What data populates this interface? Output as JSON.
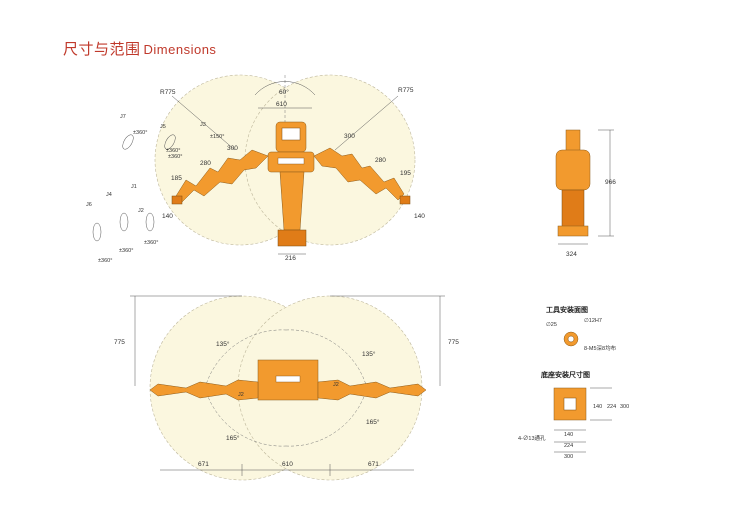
{
  "title": {
    "zh": "尺寸与范围",
    "en": "Dimensions"
  },
  "top_view": {
    "r_left": "R775",
    "r_right": "R775",
    "angle_top": "60°",
    "width_610": "610",
    "d300_l": "300",
    "d280_l": "280",
    "d185": "185",
    "d140_l": "140",
    "d150": "±150°",
    "d300_r": "300",
    "d280_r": "280",
    "d195": "195",
    "d140_r": "140",
    "base_216": "216",
    "j1": "J1",
    "j2": "J2",
    "j3": "J3",
    "j4": "J4",
    "j5": "J5",
    "j6": "J6",
    "j7": "J7",
    "rot1": "±360°",
    "rot2": "±360°",
    "rot3": "±360°",
    "rot4": "±360°",
    "rot5": "±360°",
    "rot6": "±360°"
  },
  "side_view": {
    "height": "966",
    "width": "324"
  },
  "plan_view": {
    "h_left": "775",
    "h_right": "775",
    "a_tl": "135°",
    "a_tr": "135°",
    "a_bl": "165°",
    "a_br": "165°",
    "j2_l": "J2",
    "j2_r": "J2",
    "w_left": "671",
    "w_mid": "610",
    "w_right": "671"
  },
  "tool_flange": {
    "header": "工具安装面图",
    "d25": "∅25",
    "d12": "∅12H7",
    "holes": "8-M5深8均布"
  },
  "base_mount": {
    "header": "底座安装尺寸图",
    "d140": "140",
    "d224": "224",
    "d300": "300",
    "b140": "140",
    "b224": "224",
    "b300": "300",
    "holes": "4-∅13通孔"
  }
}
